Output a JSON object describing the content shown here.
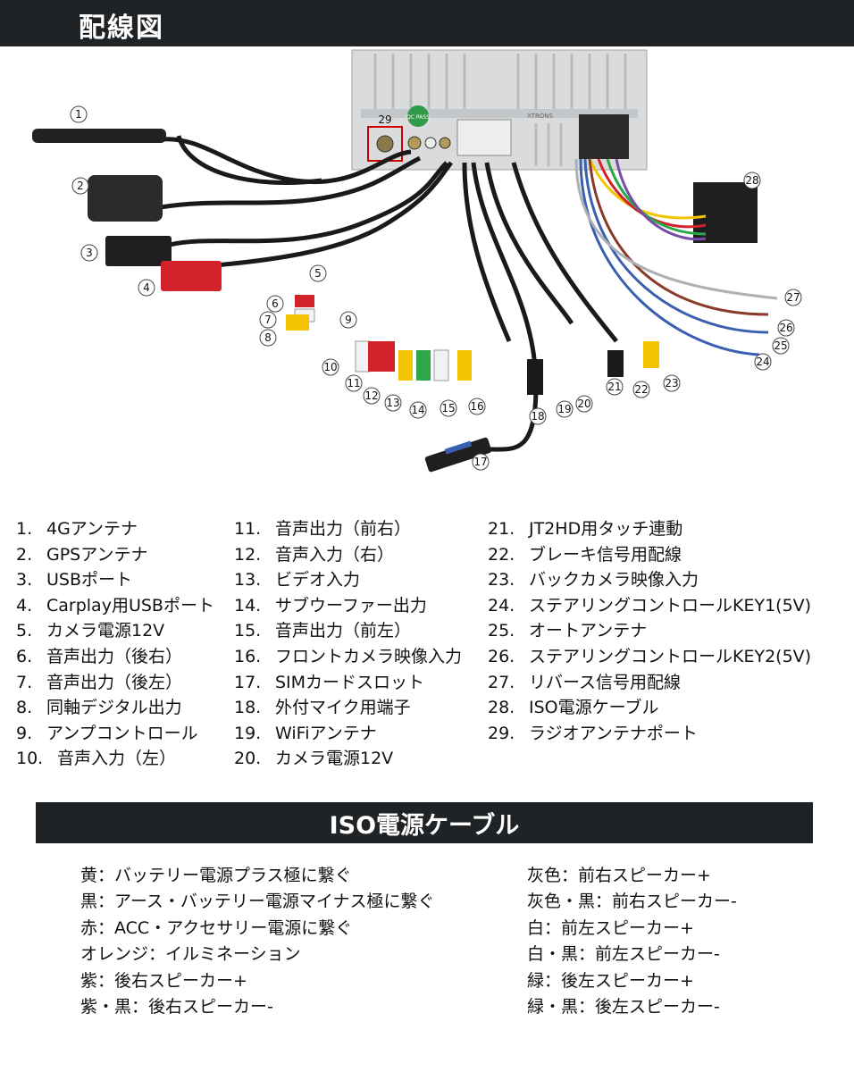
{
  "header": {
    "title": "配線図"
  },
  "diagram": {
    "callouts": [
      "1",
      "2",
      "3",
      "4",
      "5",
      "6",
      "7",
      "8",
      "9",
      "10",
      "11",
      "12",
      "13",
      "14",
      "15",
      "16",
      "17",
      "18",
      "19",
      "20",
      "21",
      "22",
      "23",
      "24",
      "25",
      "26",
      "27",
      "28",
      "29"
    ],
    "unit_labels": {
      "pass_sticker": "QC PASS",
      "brand": "XTRONS"
    },
    "colors": {
      "red": "#d2232a",
      "white": "#f2f2f2",
      "yellow": "#f5c400",
      "green": "#2aa84a",
      "black": "#1a1a1a",
      "silver": "#c9ccce",
      "blue": "#3a5fb0",
      "highlight": "#d10000"
    }
  },
  "legend": {
    "col1": [
      {
        "num": "1.",
        "text": "4Gアンテナ"
      },
      {
        "num": "2.",
        "text": "GPSアンテナ"
      },
      {
        "num": "3.",
        "text": "USBポート"
      },
      {
        "num": "4.",
        "text": "Carplay用USBポート"
      },
      {
        "num": "5.",
        "text": "カメラ電源12V"
      },
      {
        "num": "6.",
        "text": "音声出力（後右）"
      },
      {
        "num": "7.",
        "text": "音声出力（後左）"
      },
      {
        "num": "8.",
        "text": "同軸デジタル出力"
      },
      {
        "num": "9.",
        "text": "アンプコントロール"
      },
      {
        "num": "10.",
        "text": "音声入力（左）"
      }
    ],
    "col2": [
      {
        "num": "11.",
        "text": "音声出力（前右）"
      },
      {
        "num": "12.",
        "text": "音声入力（右）"
      },
      {
        "num": "13.",
        "text": "ビデオ入力"
      },
      {
        "num": "14.",
        "text": "サブウーファー出力"
      },
      {
        "num": "15.",
        "text": "音声出力（前左）"
      },
      {
        "num": "16.",
        "text": "フロントカメラ映像入力"
      },
      {
        "num": "17.",
        "text": "SIMカードスロット"
      },
      {
        "num": "18.",
        "text": "外付マイク用端子"
      },
      {
        "num": "19.",
        "text": "WiFiアンテナ"
      },
      {
        "num": "20.",
        "text": "カメラ電源12V"
      }
    ],
    "col3": [
      {
        "num": "21.",
        "text": "JT2HD用タッチ連動"
      },
      {
        "num": "22.",
        "text": "ブレーキ信号用配線"
      },
      {
        "num": "23.",
        "text": "バックカメラ映像入力"
      },
      {
        "num": "24.",
        "text": "ステアリングコントロールKEY1(5V)"
      },
      {
        "num": "25.",
        "text": "オートアンテナ"
      },
      {
        "num": "26.",
        "text": "ステアリングコントロールKEY2(5V)"
      },
      {
        "num": "27.",
        "text": "リバース信号用配線"
      },
      {
        "num": "28.",
        "text": "ISO電源ケーブル"
      },
      {
        "num": "29.",
        "text": "ラジオアンテナポート"
      }
    ]
  },
  "iso_section": {
    "title": "ISO電源ケーブル"
  },
  "wires_left": [
    "黄：バッテリー電源プラス極に繋ぐ",
    "黒：アース・バッテリー電源マイナス極に繋ぐ",
    "赤：ACC・アクセサリー電源に繋ぐ",
    "オレンジ：イルミネーション",
    "紫：後右スピーカー+",
    "紫・黒：後右スピーカー-"
  ],
  "wires_right": [
    "灰色：前右スピーカー+",
    "灰色・黒：前右スピーカー-",
    "白：前左スピーカー+",
    "白・黒：前左スピーカー-",
    "緑：後左スピーカー+",
    "緑・黒：後左スピーカー-"
  ]
}
